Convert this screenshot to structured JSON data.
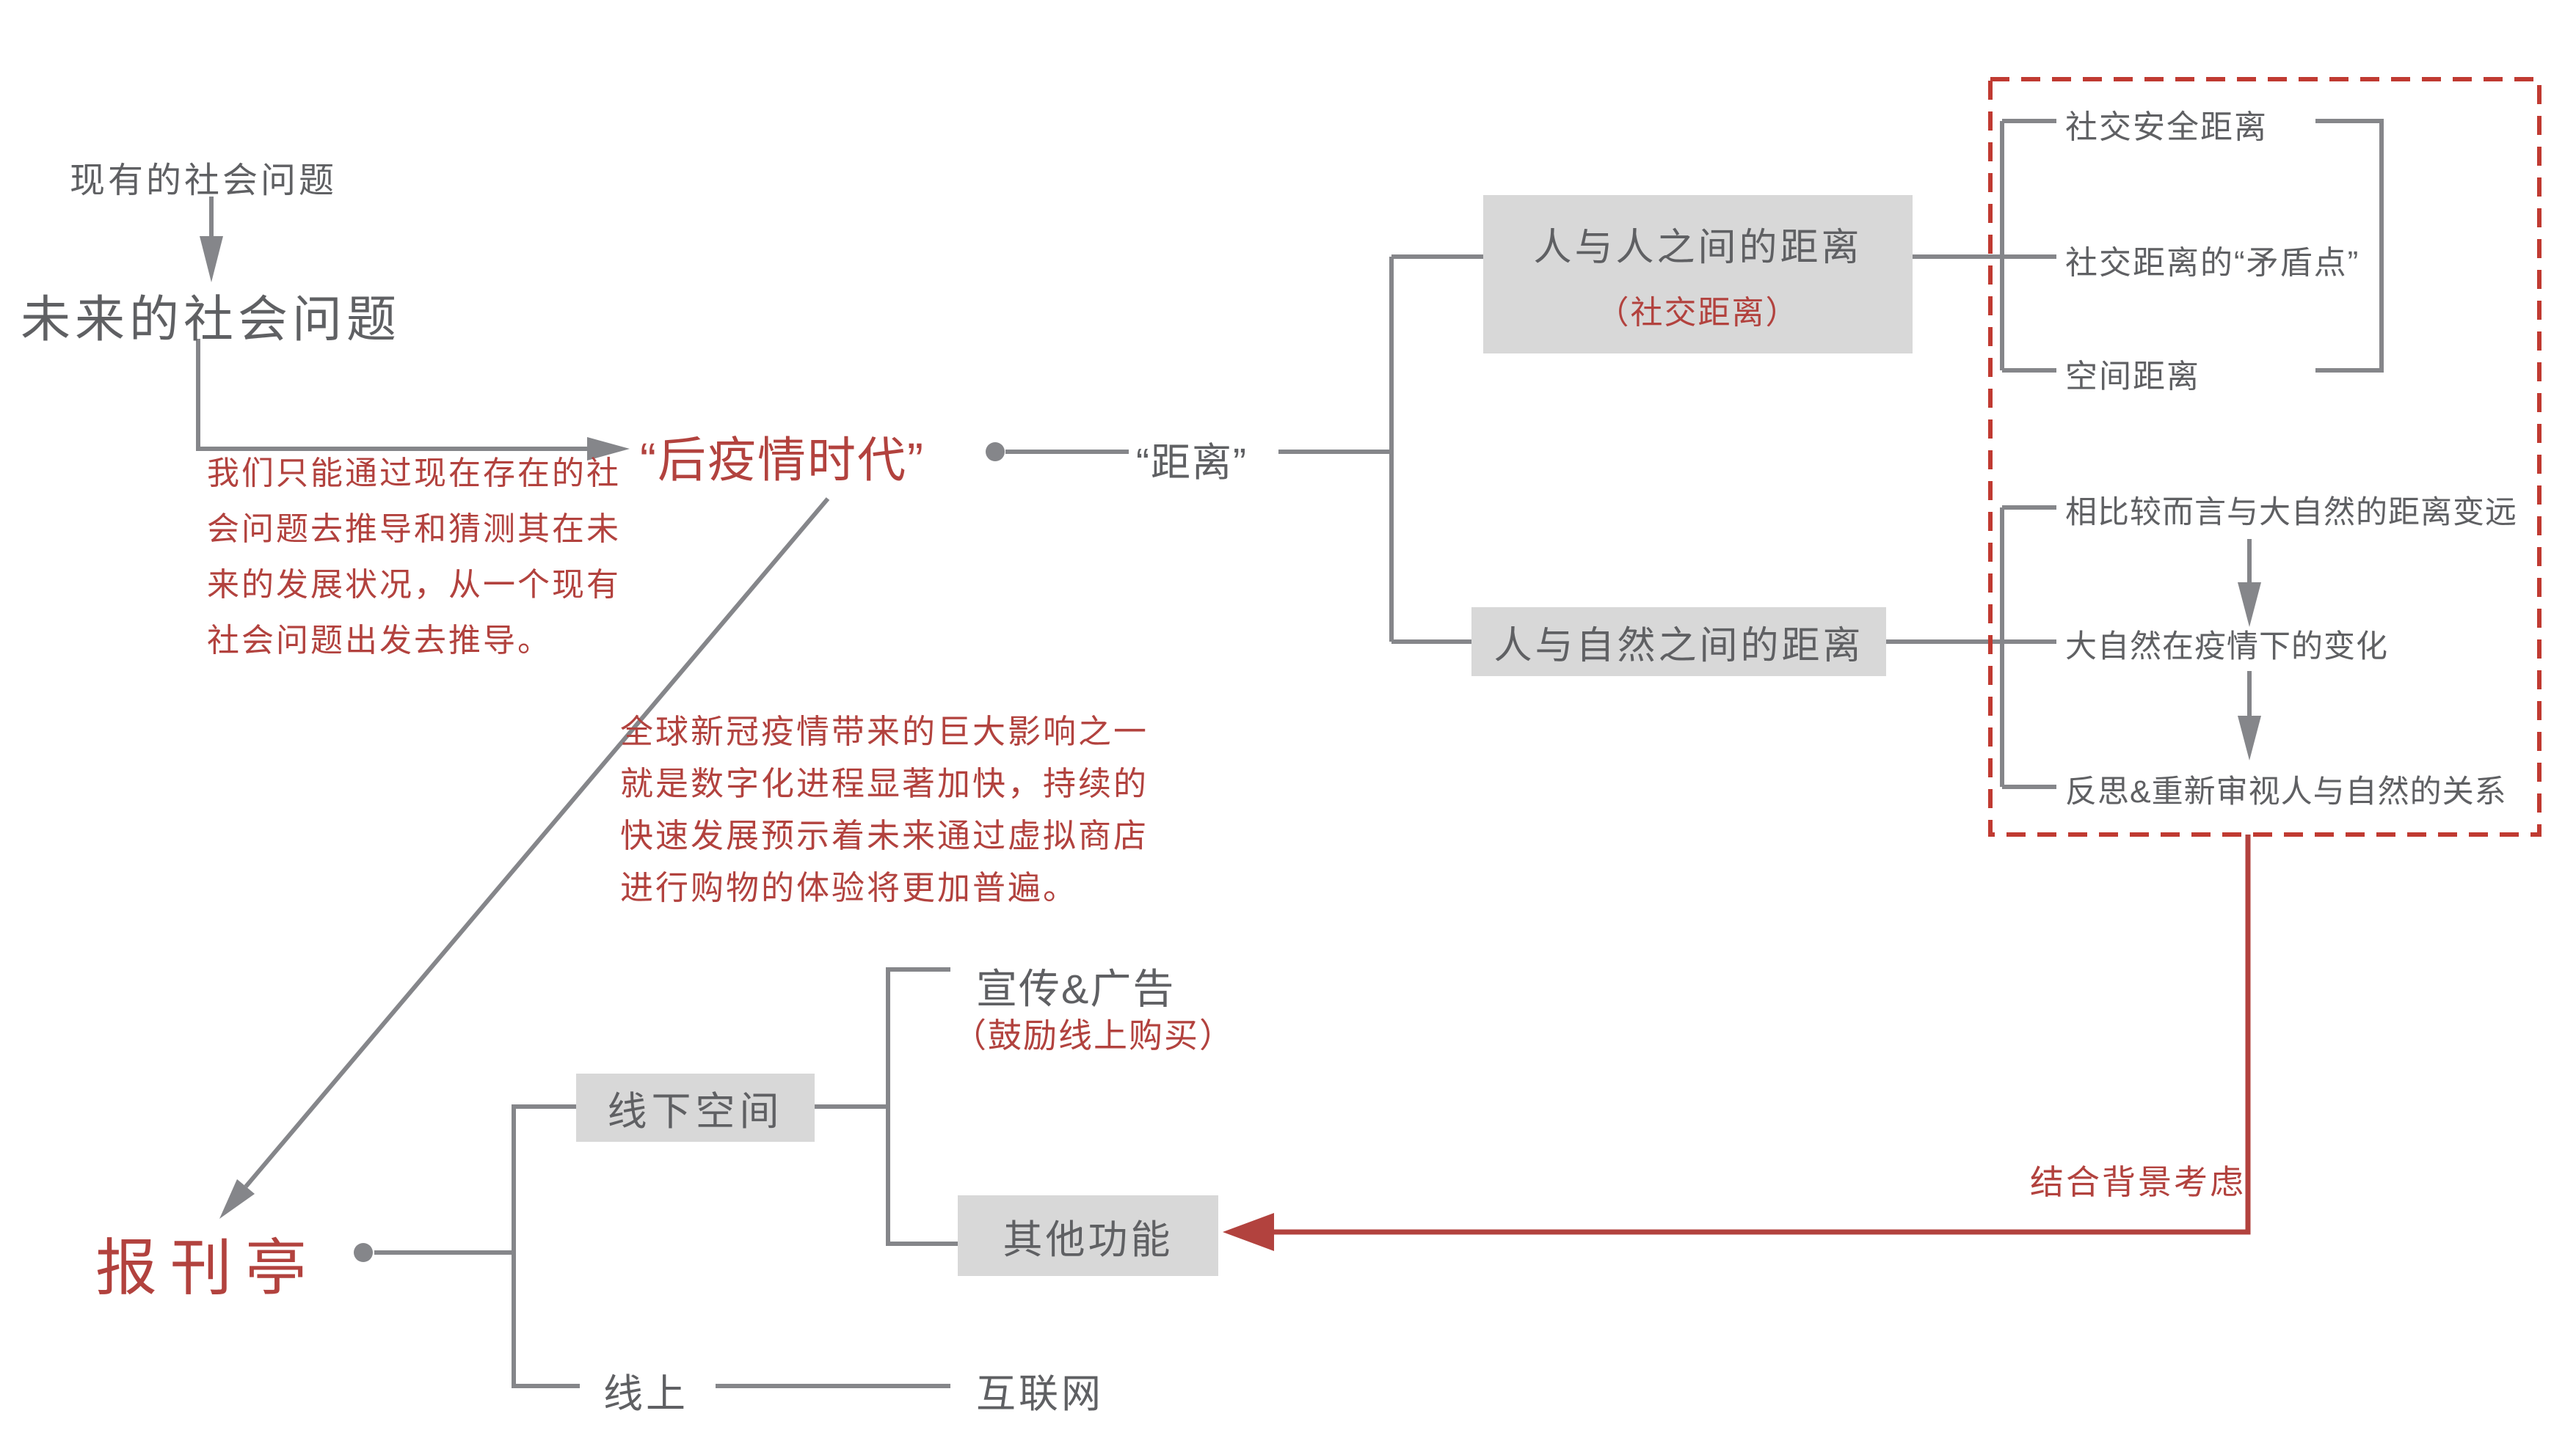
{
  "palette": {
    "gray_text": "#5f6063",
    "gray_line": "#85868a",
    "red": "#b2423e",
    "dashed_red": "#c03a31",
    "box_bg": "#d8d8d8"
  },
  "nodes": {
    "existing_problem": "现有的社会问题",
    "future_problem": "未来的社会问题",
    "post_pandemic_era": "“后疫情时代”",
    "distance": "“距离”",
    "person_distance": {
      "title": "人与人之间的距离",
      "subtitle": "（社交距离）"
    },
    "nature_distance": {
      "title": "人与自然之间的距离"
    },
    "kiosk": "报刊亭",
    "offline_space": "线下空间",
    "promo": "宣传&广告",
    "promo_sub": "（鼓励线上购买）",
    "other_functions": "其他功能",
    "online": "线上",
    "internet": "互联网",
    "context_note": "结合背景考虑"
  },
  "social_items": [
    "社交安全距离",
    "社交距离的“矛盾点”",
    "空间距离"
  ],
  "nature_items": [
    "相比较而言与大自然的距离变远",
    "大自然在疫情下的变化",
    "反思&重新审视人与自然的关系"
  ],
  "notes": {
    "derivation": [
      "我们只能通过现在存在的社",
      "会问题去推导和猜测其在未",
      "来的发展状况，从一个现有",
      "社会问题出发去推导。"
    ],
    "digital": [
      "全球新冠疫情带来的巨大影响之一",
      "就是数字化进程显著加快，持续的",
      "快速发展预示着未来通过虚拟商店",
      "进行购物的体验将更加普遍。"
    ]
  }
}
